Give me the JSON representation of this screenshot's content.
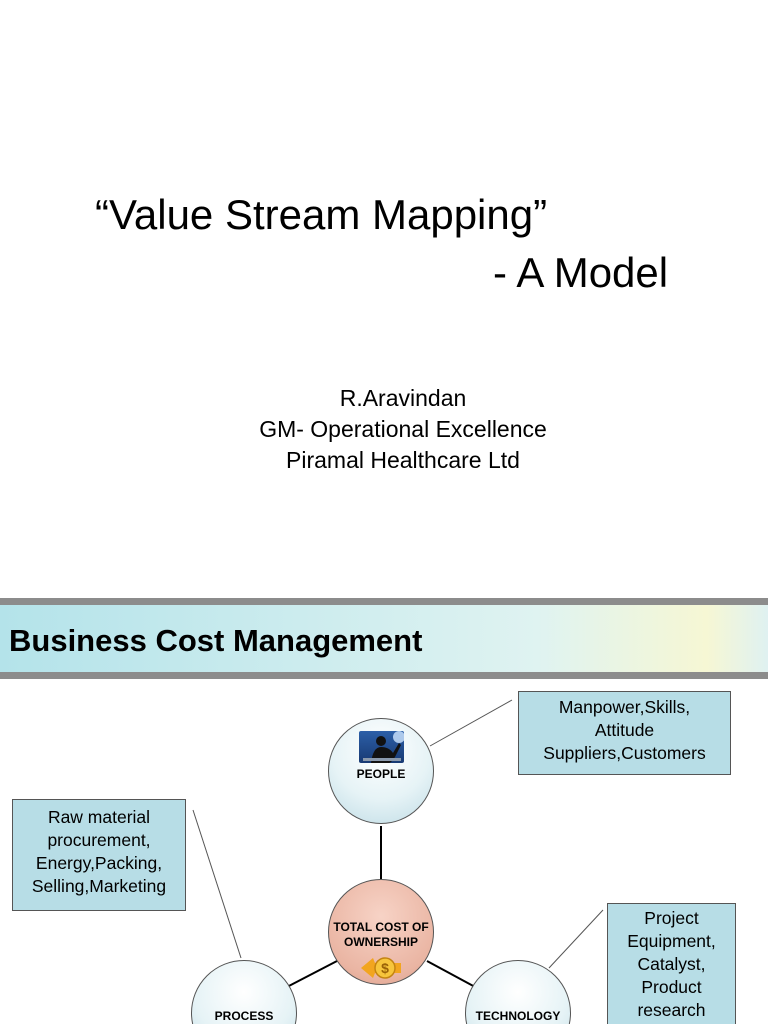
{
  "slide1": {
    "title_line1": "“Value Stream Mapping”",
    "title_line2": "- A Model",
    "author_name": "R.Aravindan",
    "author_role": "GM- Operational Excellence",
    "author_company": "Piramal Healthcare Ltd"
  },
  "slide2": {
    "banner_title": "Business Cost Management",
    "colors": {
      "banner_start": "#b4e3ea",
      "box_fill": "#b7dde6",
      "center_circle": "#eab5a3",
      "bar": "#8c8c8c"
    },
    "people": {
      "label": "PEOPLE",
      "icon": "welder-icon"
    },
    "center": {
      "label_line1": "TOTAL COST OF",
      "label_line2": "OWNERSHIP",
      "icon": "dollar-coin-icon"
    },
    "process": {
      "label": "PROCESS"
    },
    "technology": {
      "label": "TECHNOLOGY"
    },
    "box_people": {
      "line1": "Manpower,Skills,",
      "line2": "Attitude",
      "line3": "Suppliers,Customers"
    },
    "box_process": {
      "line1": "Raw material",
      "line2": "procurement,",
      "line3": "Energy,Packing,",
      "line4": "Selling,Marketing"
    },
    "box_technology": {
      "line1": "Project",
      "line2": "Equipment,",
      "line3": "Catalyst,",
      "line4": "Product",
      "line5": "research"
    }
  }
}
